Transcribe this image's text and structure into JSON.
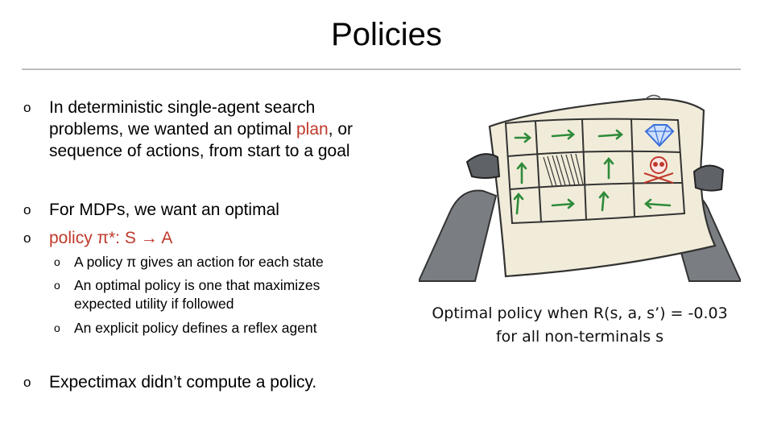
{
  "slide": {
    "title": "Policies",
    "bullets": [
      {
        "marker": "o",
        "lines": [
          [
            "In deterministic single-agent search"
          ],
          [
            "problems, we wanted an optimal ",
            "plan",
            ", or"
          ],
          [
            "sequence of actions, from start to a goal"
          ]
        ]
      },
      {
        "marker": "o",
        "text": "For MDPs, we want an optimal"
      },
      {
        "marker": "o",
        "text": "policy π*: S → A"
      },
      {
        "marker": "o",
        "text": "Expectimax didn’t compute a policy."
      }
    ],
    "subbullets": [
      {
        "marker": "o",
        "text": "A policy π gives an action for each state"
      },
      {
        "marker": "o",
        "line1": "An optimal policy is one that maximizes",
        "line2": "expected utility if followed"
      },
      {
        "marker": "o",
        "text": "An explicit policy defines a reflex agent"
      }
    ],
    "caption": {
      "line1": "Optimal policy when R(s, a, s’) = -0.03",
      "line2": "for all non-terminals s"
    }
  },
  "illustration": {
    "icons": [
      "diamond-icon",
      "skull-icon"
    ],
    "colors": {
      "arrow": "#2e8b3a",
      "diamond": "#3a6fd8",
      "skull": "#c0392b",
      "paper": "#f1ecd9",
      "hands": "#6b6f74"
    }
  }
}
